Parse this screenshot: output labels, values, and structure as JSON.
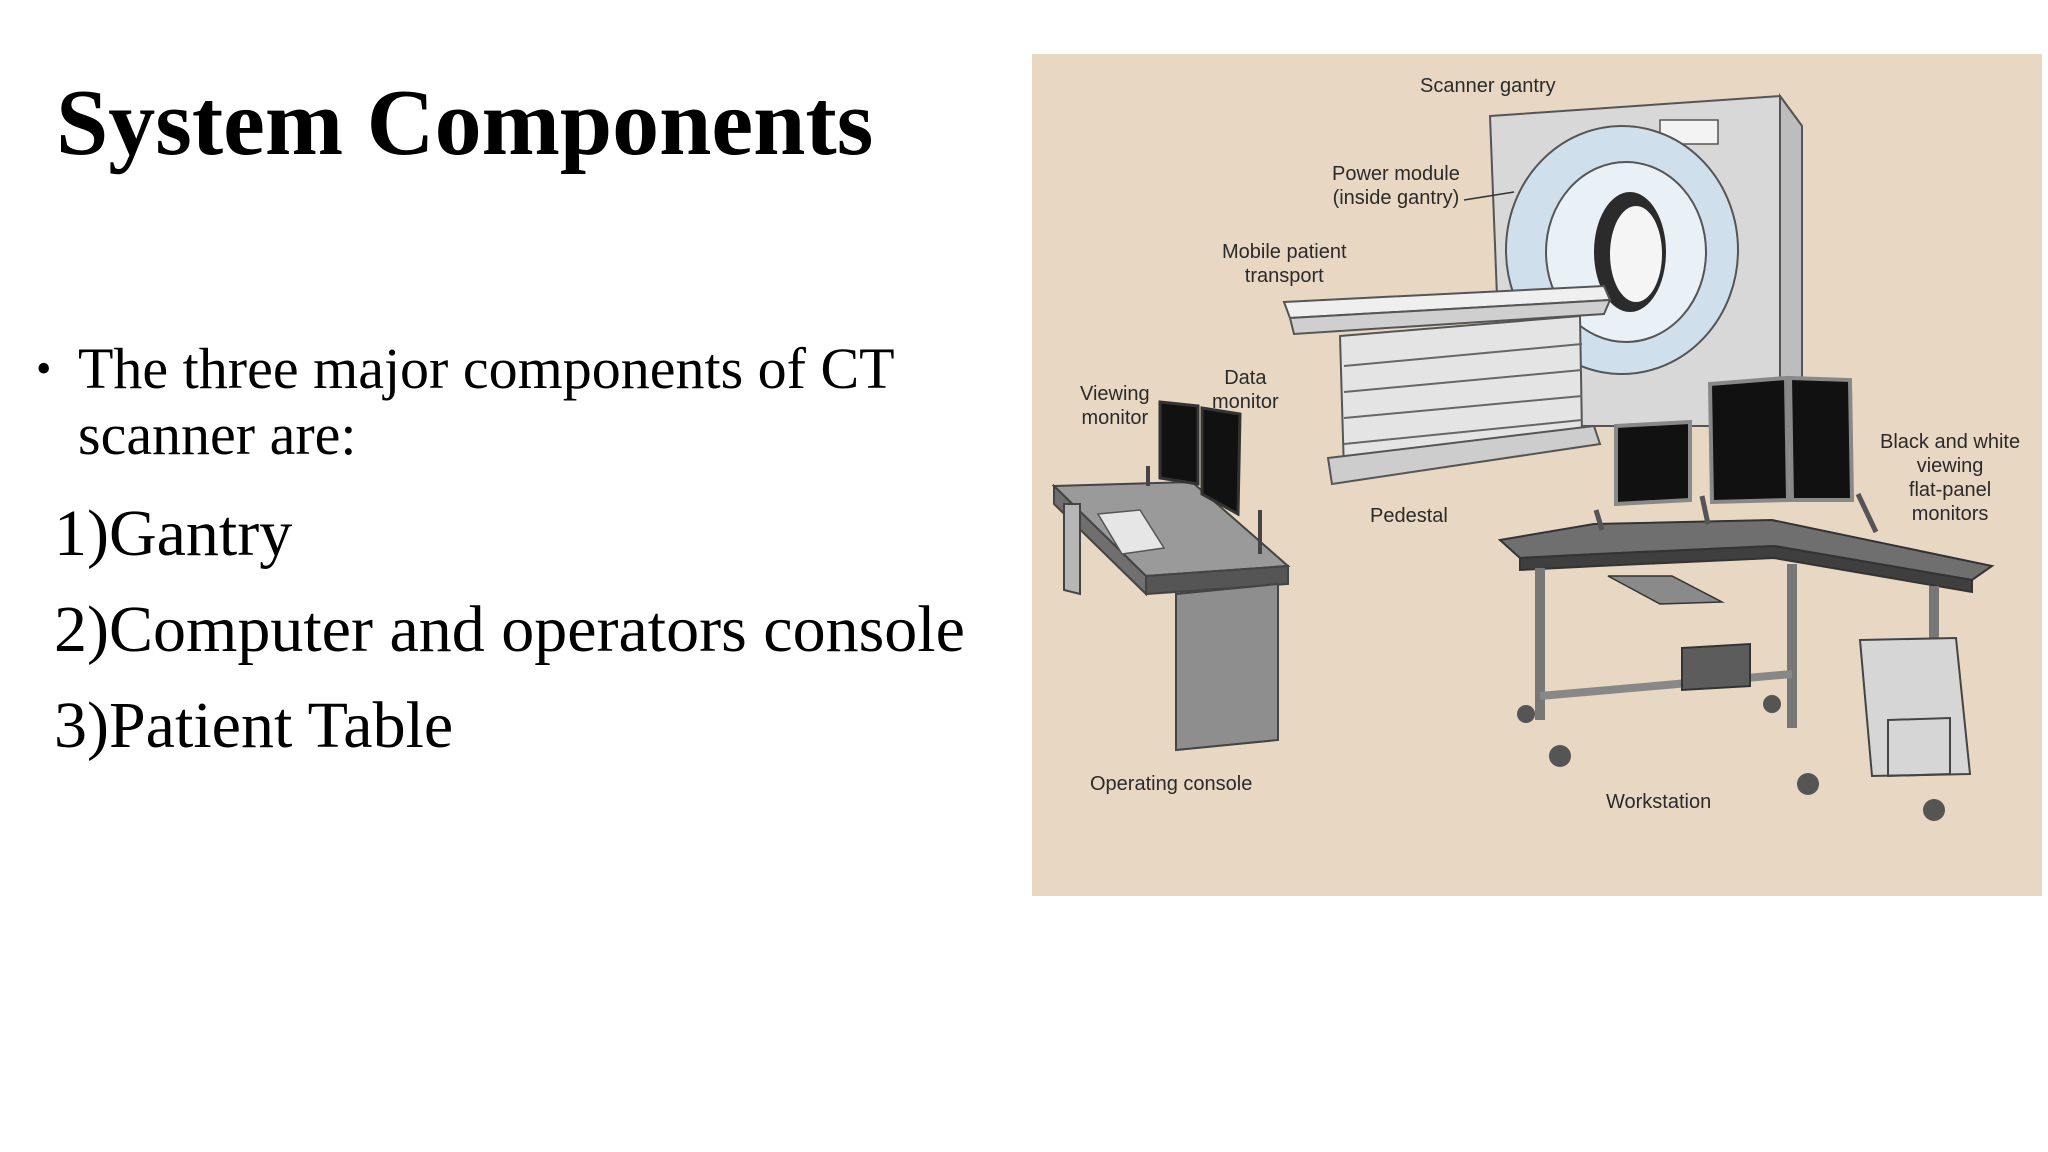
{
  "slide": {
    "title": "System Components",
    "bullet": "The three major components of CT scanner are:",
    "items": [
      "1)Gantry",
      "2)Computer and operators console",
      "3)Patient Table"
    ]
  },
  "figure": {
    "labels": {
      "scanner_gantry": "Scanner gantry",
      "power_module_1": "Power module",
      "power_module_2": "(inside gantry)",
      "mobile_transport_1": "Mobile patient",
      "mobile_transport_2": "transport",
      "viewing_monitor_1": "Viewing",
      "viewing_monitor_2": "monitor",
      "data_monitor_1": "Data",
      "data_monitor_2": "monitor",
      "pedestal": "Pedestal",
      "bw_monitors_1": "Black and white",
      "bw_monitors_2": "viewing",
      "bw_monitors_3": "flat-panel",
      "bw_monitors_4": "monitors",
      "operating_console": "Operating console",
      "workstation": "Workstation"
    },
    "colors": {
      "background": "#e8d8c3",
      "equipment": "#d6d6d6",
      "ring": "#cfe0ec",
      "screen": "#111111"
    }
  }
}
